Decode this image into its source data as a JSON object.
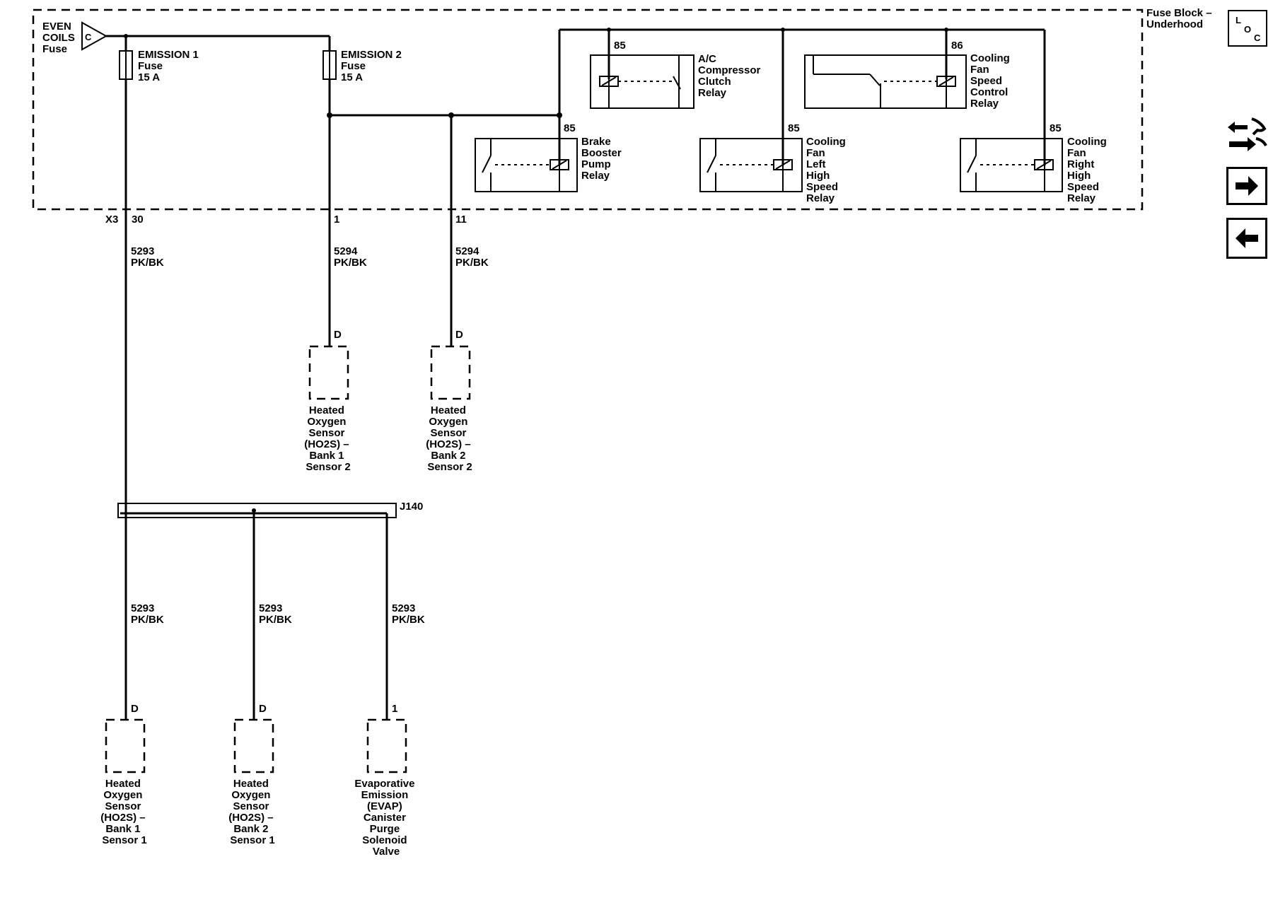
{
  "fuse_block": [
    "Fuse Block –",
    "Underhood"
  ],
  "source": {
    "lines": [
      "EVEN",
      "COILS",
      "Fuse"
    ],
    "pin": "C"
  },
  "fuses": [
    {
      "lines": [
        "EMISSION 1",
        "Fuse",
        "15 A"
      ]
    },
    {
      "lines": [
        "EMISSION 2",
        "Fuse",
        "15 A"
      ]
    }
  ],
  "relays": [
    {
      "pin": "85",
      "lines": [
        "A/C",
        "Compressor",
        "Clutch",
        "Relay"
      ]
    },
    {
      "pin": "86",
      "lines": [
        "Cooling",
        "Fan",
        "Speed",
        "Control",
        "Relay"
      ]
    },
    {
      "pin": "85",
      "lines": [
        "Brake",
        "Booster",
        "Pump",
        "Relay"
      ]
    },
    {
      "pin": "85",
      "lines": [
        "Cooling",
        "Fan",
        "Left",
        "High",
        "Speed",
        "Relay"
      ]
    },
    {
      "pin": "85",
      "lines": [
        "Cooling",
        "Fan",
        "Right",
        "High",
        "Speed",
        "Relay"
      ]
    }
  ],
  "terminals": {
    "connector": "X3",
    "pins": [
      "30",
      "1",
      "11"
    ]
  },
  "wires": [
    {
      "circuit": "5293",
      "color": "PK/BK"
    },
    {
      "circuit": "5294",
      "color": "PK/BK"
    },
    {
      "circuit": "5294",
      "color": "PK/BK"
    },
    {
      "circuit": "5293",
      "color": "PK/BK"
    },
    {
      "circuit": "5293",
      "color": "PK/BK"
    },
    {
      "circuit": "5293",
      "color": "PK/BK"
    }
  ],
  "splice": "J140",
  "components": [
    {
      "pin": "D",
      "lines": [
        "Heated",
        "Oxygen",
        "Sensor",
        "(HO2S) –",
        "Bank 1",
        "Sensor 2"
      ]
    },
    {
      "pin": "D",
      "lines": [
        "Heated",
        "Oxygen",
        "Sensor",
        "(HO2S) –",
        "Bank 2",
        "Sensor 2"
      ]
    },
    {
      "pin": "D",
      "lines": [
        "Heated",
        "Oxygen",
        "Sensor",
        "(HO2S) –",
        "Bank 1",
        "Sensor 1"
      ]
    },
    {
      "pin": "D",
      "lines": [
        "Heated",
        "Oxygen",
        "Sensor",
        "(HO2S) –",
        "Bank 2",
        "Sensor 1"
      ]
    },
    {
      "pin": "1",
      "lines": [
        "Evaporative",
        "Emission",
        "(EVAP)",
        "Canister",
        "Purge",
        "Solenoid",
        "Valve"
      ]
    }
  ],
  "nav": {
    "loc": {
      "l": "L",
      "o": "O",
      "c": "C",
      "icon": "location-icon"
    },
    "buttons": [
      {
        "icon": "connector-view-icon"
      },
      {
        "icon": "next-page-arrow-icon"
      },
      {
        "icon": "previous-page-arrow-icon"
      }
    ]
  }
}
